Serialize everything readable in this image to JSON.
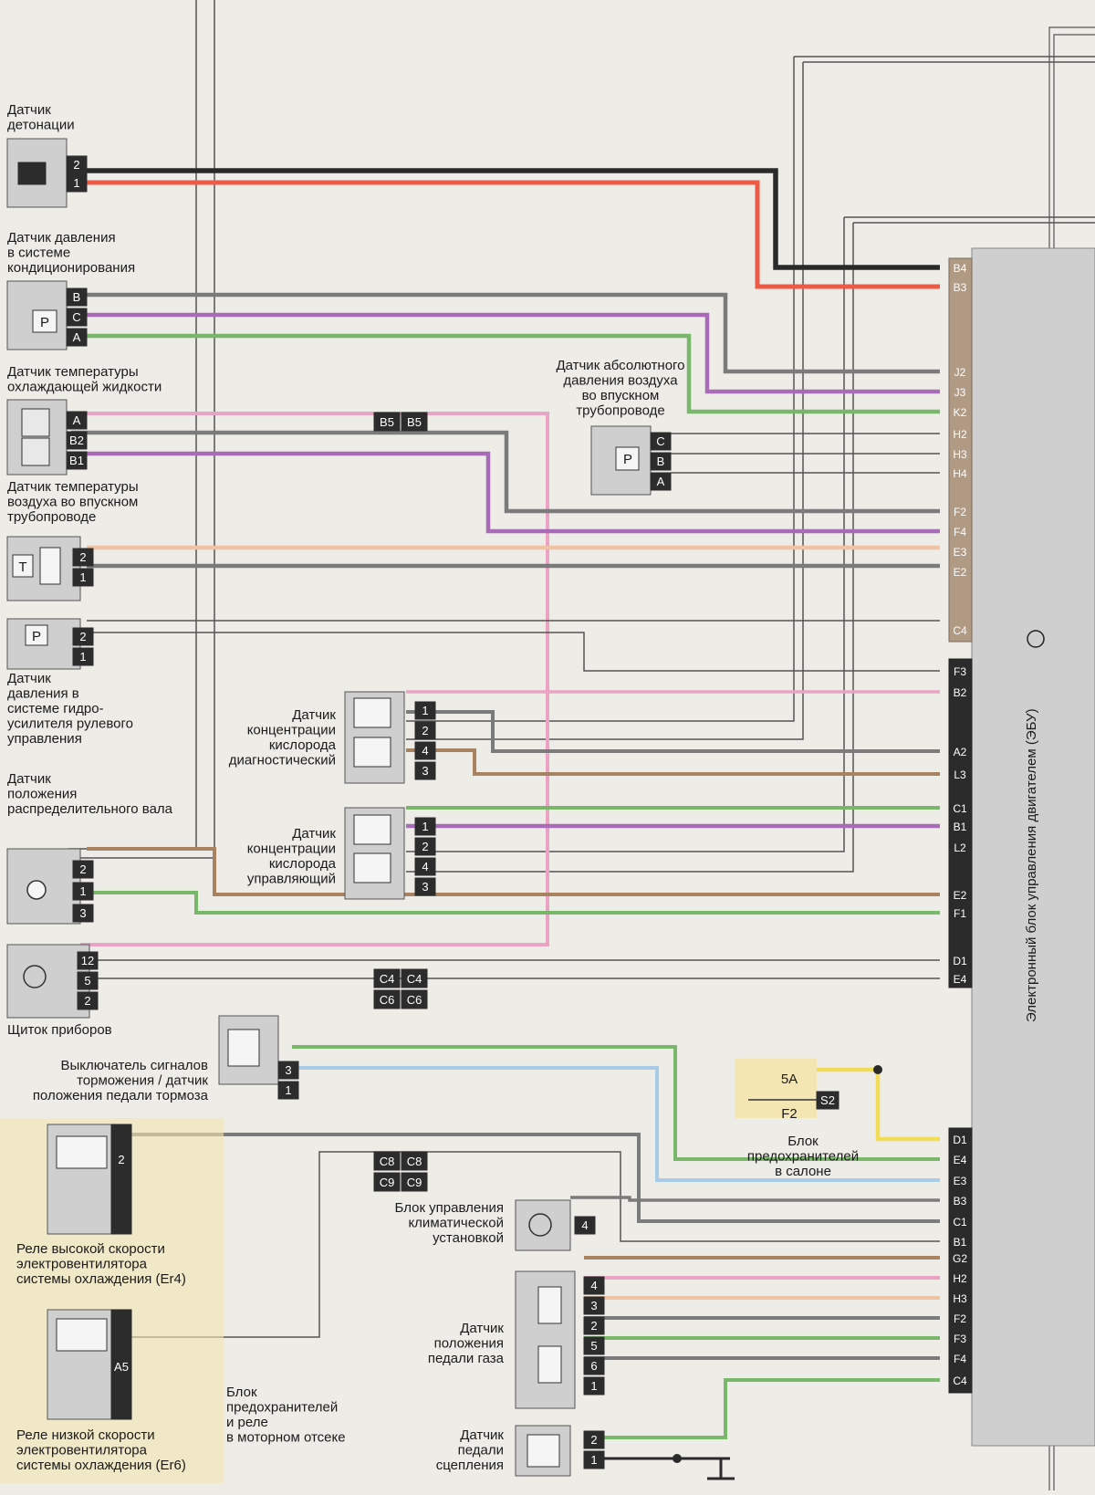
{
  "colors": {
    "black": "#2a2a2a",
    "red": "#ee5a45",
    "gray": "#7b7b7b",
    "violet": "#a86bb8",
    "green": "#79b86a",
    "pink": "#eaa3c4",
    "peach": "#f0c3a4",
    "brown": "#a98262",
    "blue": "#a9cbe8",
    "yellow": "#f2dc55",
    "thin": "#555555",
    "ecu_body": "#cfcfcf",
    "ecu_tan": "#b09a84",
    "ecu_black": "#2b2b2b",
    "highlight": "#f4e6b2"
  },
  "ecu": {
    "title": "Электронный блок управления двигателем (ЭБУ)",
    "pins_top": [
      "B4",
      "B3",
      "J2",
      "J3",
      "K2",
      "H2",
      "H3",
      "H4",
      "F2",
      "F4",
      "E3",
      "E2",
      "C4"
    ],
    "pins_mid": [
      "F3",
      "B2",
      "A2",
      "L3",
      "C1",
      "B1",
      "L2",
      "E2",
      "F1",
      "D1",
      "E4"
    ],
    "pins_bot": [
      "D1",
      "E4",
      "E3",
      "B3",
      "C1",
      "B1",
      "G2",
      "H2",
      "H3",
      "F2",
      "F3",
      "F4",
      "C4"
    ]
  },
  "components": {
    "knock": {
      "label": [
        "Датчик",
        "детонации"
      ],
      "pins": [
        "2",
        "1"
      ]
    },
    "ac_pressure": {
      "label": [
        "Датчик давления",
        "в системе",
        "кондиционирования"
      ],
      "pins": [
        "B",
        "C",
        "A"
      ],
      "symbol": "P"
    },
    "coolant_temp": {
      "label": [
        "Датчик температуры",
        "охлаждающей жидкости"
      ],
      "pins": [
        "A",
        "B2",
        "B1"
      ]
    },
    "intake_air_temp": {
      "label": [
        "Датчик температуры",
        "воздуха во впускном",
        "трубопроводе"
      ],
      "pins": [
        "2",
        "1"
      ],
      "symbol": "T"
    },
    "ps_pressure": {
      "label": [
        "Датчик",
        "давления в",
        "системе гидро-",
        "усилителя рулевого",
        "управления"
      ],
      "pins": [
        "2",
        "1"
      ],
      "symbol": "P"
    },
    "cam_position": {
      "label": [
        "Датчик",
        "положения",
        "распределительного вала"
      ],
      "pins": [
        "2",
        "1",
        "3"
      ]
    },
    "instrument_panel": {
      "label": [
        "Щиток приборов"
      ],
      "pins": [
        "12",
        "5",
        "2"
      ]
    },
    "brake_switch": {
      "label": [
        "Выключатель сигналов",
        "торможения / датчик",
        "положения педали тормоза"
      ],
      "pins": [
        "3",
        "1"
      ]
    },
    "relay_high": {
      "label": [
        "Реле высокой скорости",
        "электровентилятора",
        "системы охлаждения (Er4)"
      ],
      "pin": "2"
    },
    "relay_low": {
      "label": [
        "Реле низкой скорости",
        "электровентилятора",
        "системы охлаждения (Er6)"
      ],
      "pin": "A5"
    },
    "engine_fusebox": {
      "label": [
        "Блок",
        "предохранителей",
        "и реле",
        "в моторном отсеке"
      ]
    },
    "map_sensor": {
      "label": [
        "Датчик абсолютного",
        "давления воздуха",
        "во впускном",
        "трубопроводе"
      ],
      "pins": [
        "C",
        "B",
        "A"
      ],
      "symbol": "P"
    },
    "o2_diag": {
      "label": [
        "Датчик",
        "концентрации",
        "кислорода",
        "диагностический"
      ],
      "pins": [
        "1",
        "2",
        "4",
        "3"
      ]
    },
    "o2_control": {
      "label": [
        "Датчик",
        "концентрации",
        "кислорода",
        "управляющий"
      ],
      "pins": [
        "1",
        "2",
        "4",
        "3"
      ]
    },
    "climate_unit": {
      "label": [
        "Блок управления",
        "климатической",
        "установкой"
      ],
      "pin": "4"
    },
    "pedal_gas": {
      "label": [
        "Датчик",
        "положения",
        "педали газа"
      ],
      "pins": [
        "4",
        "3",
        "2",
        "5",
        "6",
        "1"
      ]
    },
    "clutch_sensor": {
      "label": [
        "Датчик",
        "педали",
        "сцепления"
      ],
      "pins": [
        "2",
        "1"
      ]
    },
    "cabin_fusebox": {
      "label": [
        "Блок",
        "предохранителей",
        "в салоне"
      ],
      "fuse_rating": "5A",
      "fuse_name": "F2",
      "pin": "S2"
    }
  },
  "inline_connectors": {
    "b5": [
      "B5",
      "B5"
    ],
    "c4": [
      "C4",
      "C4"
    ],
    "c6": [
      "C6",
      "C6"
    ],
    "c8": [
      "C8",
      "C8"
    ],
    "c9": [
      "C9",
      "C9"
    ]
  }
}
